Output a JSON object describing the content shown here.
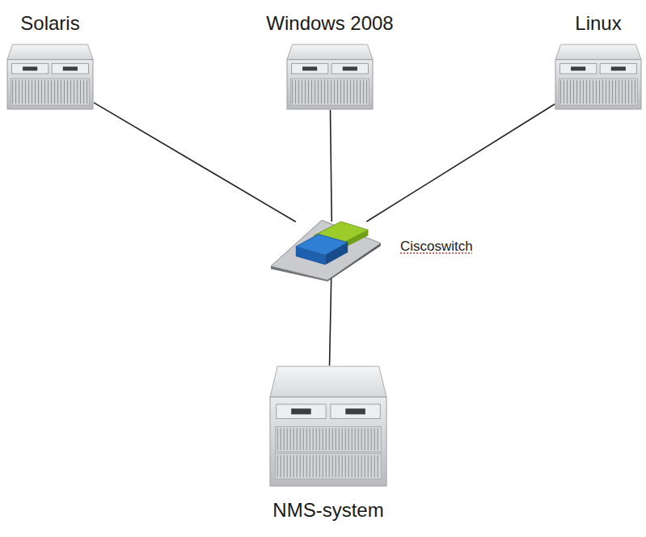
{
  "diagram": {
    "nodes": [
      {
        "text": [
          "Solaris"
        ]
      },
      {
        "text": [
          "Windows 2008"
        ]
      },
      {
        "text": [
          "Linux"
        ]
      },
      {
        "text": [
          "Ciscoswitch"
        ]
      },
      {
        "text": [
          "NMS-system"
        ]
      }
    ],
    "edges": [
      {
        "from": 0,
        "to": 3,
        "arrow": "none"
      },
      {
        "from": 1,
        "to": 3,
        "arrow": "none"
      },
      {
        "from": 2,
        "to": 3,
        "arrow": "none"
      },
      {
        "from": 3,
        "to": 4,
        "arrow": "none"
      }
    ]
  }
}
